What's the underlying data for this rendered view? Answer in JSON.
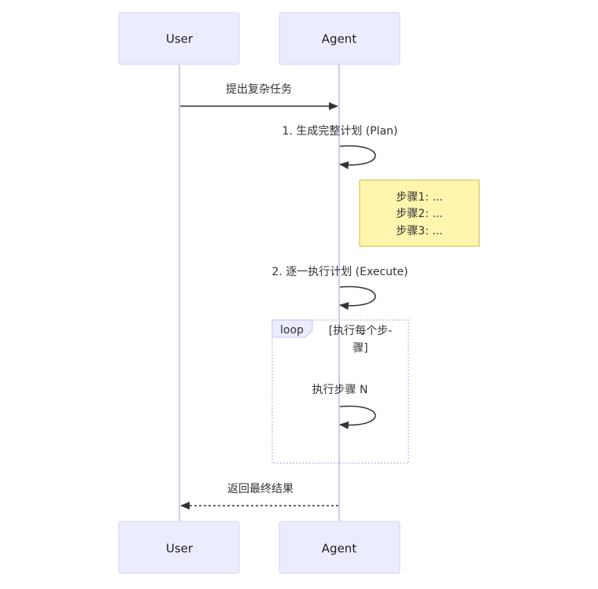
{
  "diagram": {
    "type": "sequence",
    "actors": [
      {
        "id": "user",
        "label": "User"
      },
      {
        "id": "agent",
        "label": "Agent"
      }
    ],
    "messages": [
      {
        "from": "user",
        "to": "agent",
        "label": "提出复杂任务",
        "style": "solid"
      },
      {
        "from": "agent",
        "to": "agent",
        "label": "1. 生成完整计划 (Plan)",
        "style": "solid"
      },
      {
        "from": "agent",
        "to": "agent",
        "label": "2. 逐一执行计划 (Execute)",
        "style": "solid"
      },
      {
        "from": "agent",
        "to": "agent",
        "label": "执行步骤 N",
        "style": "solid"
      },
      {
        "from": "agent",
        "to": "user",
        "label": "返回最终结果",
        "style": "dashed"
      }
    ],
    "note": {
      "position": "right of Agent",
      "lines": [
        "步骤1: ...",
        "步骤2: ...",
        "步骤3: ..."
      ]
    },
    "loop": {
      "tag": "loop",
      "condition_lines": [
        "[执行每个步-",
        "骤]"
      ]
    }
  }
}
